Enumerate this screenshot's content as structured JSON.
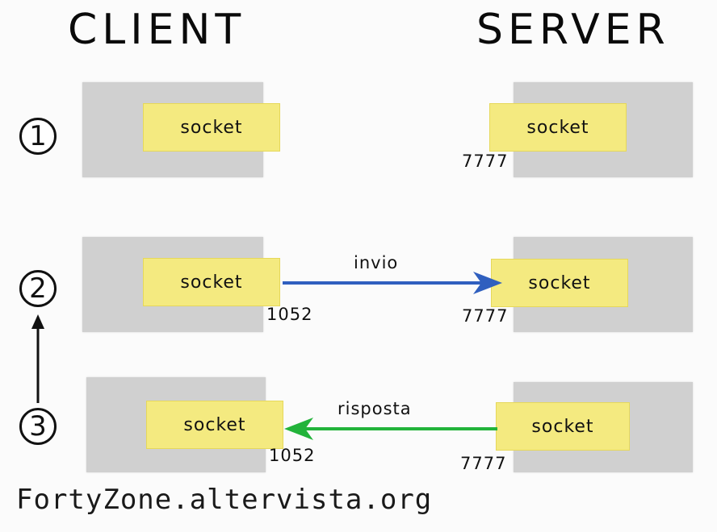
{
  "headings": {
    "client": "CLIENT",
    "server": "SERVER"
  },
  "steps": [
    "1",
    "2",
    "3"
  ],
  "socket_label": "socket",
  "rows": [
    {
      "client_port": "",
      "server_port": "7777",
      "arrow_label": ""
    },
    {
      "client_port": "1052",
      "server_port": "7777",
      "arrow_label": "invio"
    },
    {
      "client_port": "1052",
      "server_port": "7777",
      "arrow_label": "risposta"
    }
  ],
  "colors": {
    "send_arrow": "#2f5fbf",
    "reply_arrow": "#22b33a",
    "socket": "#f4ea80",
    "box": "#d0d0d0"
  },
  "footer": "FortyZone.altervista.org"
}
